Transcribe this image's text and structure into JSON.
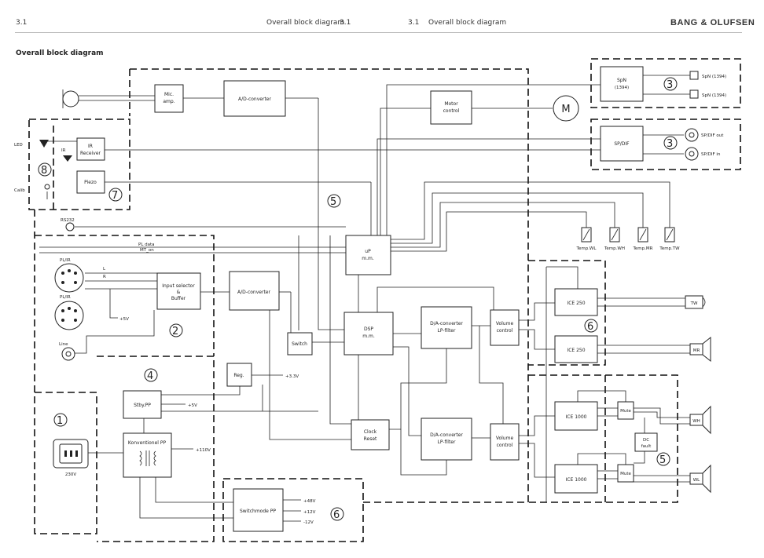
{
  "header": {
    "left_section": "3.1",
    "center_title": "Overall block diagram",
    "center_section_2": "3.1",
    "center_section_3": "3.1",
    "center_title_2": "Overall block diagram",
    "brand": "BANG & OLUFSEN"
  },
  "page_title": "Overall block diagram",
  "blocks": {
    "mic_amp": [
      "Mic.",
      "amp."
    ],
    "adc_top": "A/D-converter",
    "motor_control": [
      "Motor",
      "control"
    ],
    "motor": "M",
    "spn": [
      "SpN",
      "(1394)"
    ],
    "spn_out1": "SpN (1394)",
    "spn_out2": "SpN (1394)",
    "spdif": "SP/DIF",
    "spdif_out": "SP/DIF out",
    "spdif_in": "SP/DIF in",
    "led": "LED",
    "ir": "IR",
    "ir_receiver": [
      "IR",
      "Receiver"
    ],
    "piezo": "Piezo",
    "calib": "Calib",
    "rs232": "RS232",
    "pl_data": "PL data",
    "mt_on": "MT_on",
    "pl_ir_1": "PL/IR",
    "pl_ir_2": "PL/IR",
    "l": "L",
    "r": "R",
    "plus5v_a": "+5V",
    "input_selector": [
      "Input selector",
      "&",
      "Buffer"
    ],
    "adc_mid": "A/D-converter",
    "up": [
      "uP",
      "m.m."
    ],
    "switch": "Switch",
    "dsp": [
      "DSP",
      "m.m."
    ],
    "dac1": [
      "D/A-converter",
      "LP-filter"
    ],
    "vol1": [
      "Volume",
      "control"
    ],
    "dac2": [
      "D/A-converter",
      "LP-filter"
    ],
    "vol2": [
      "Volume",
      "control"
    ],
    "clock_reset": [
      "Clock",
      "Reset"
    ],
    "line": "Line",
    "reg": "Reg.",
    "plus33v": "+3.3V",
    "stby_pp": "Stby.PP",
    "plus5v_b": "+5V",
    "konv_pp": "Konventionel PP",
    "plus110v": "+110V",
    "mains": "230V",
    "switchmode_pp": "Switchmode PP",
    "plus48v": "+48V",
    "plus12v": "+12V",
    "minus12v": "-12V",
    "temp_wl": "Temp.WL",
    "temp_wh": "Temp.WH",
    "temp_mr": "Temp.MR",
    "temp_tw": "Temp.TW",
    "ice250_1": "ICE 250",
    "ice250_2": "ICE 250",
    "ice1000_1": "ICE 1000",
    "ice1000_2": "ICE 1000",
    "mute1": "Mute",
    "mute2": "Mute",
    "dc_fault": [
      "DC",
      "fault"
    ],
    "tw": "TW",
    "mr": "MR",
    "wh": "WH",
    "wl": "WL"
  },
  "section_numbers": {
    "n1": "1",
    "n2": "2",
    "n3a": "3",
    "n3b": "3",
    "n4": "4",
    "n5a": "5",
    "n5b": "5",
    "n6a": "6",
    "n6b": "6",
    "n7": "7",
    "n8": "8"
  }
}
